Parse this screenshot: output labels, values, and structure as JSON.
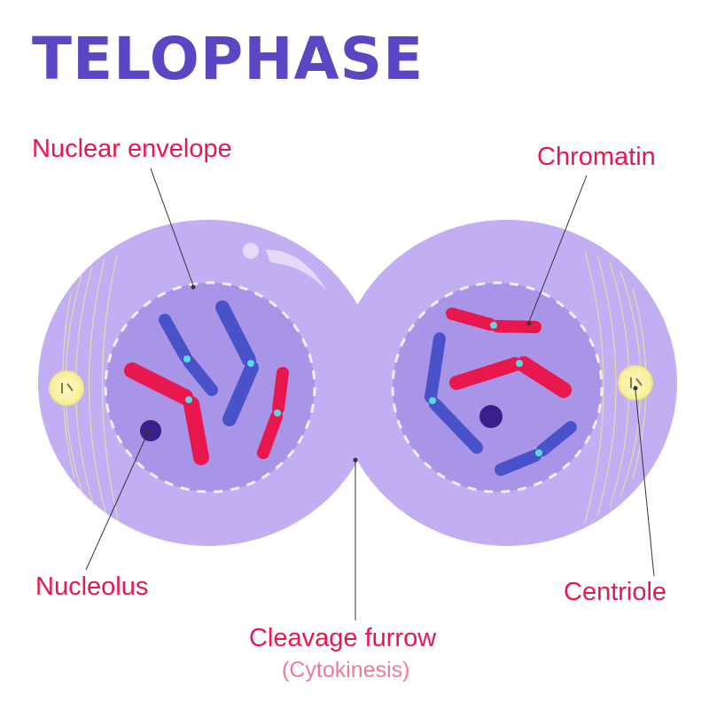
{
  "title": "TELOPHASE",
  "labels": {
    "nuclear_envelope": "Nuclear envelope",
    "chromatin": "Chromatin",
    "nucleolus": "Nucleolus",
    "centriole": "Centriole",
    "cleavage_furrow": "Cleavage furrow",
    "cytokinesis": "(Cytokinesis)"
  },
  "colors": {
    "title": "#5b47c4",
    "label": "#e8174e",
    "sublabel": "#f07a96",
    "cell": "#c2aef2",
    "nucleus": "#a995e8",
    "chromosome_red": "#e8174e",
    "chromosome_blue": "#4a52c9",
    "centromere": "#5ad8e0",
    "nucleolus": "#3a1f8c",
    "centriole": "#f6ef96"
  }
}
